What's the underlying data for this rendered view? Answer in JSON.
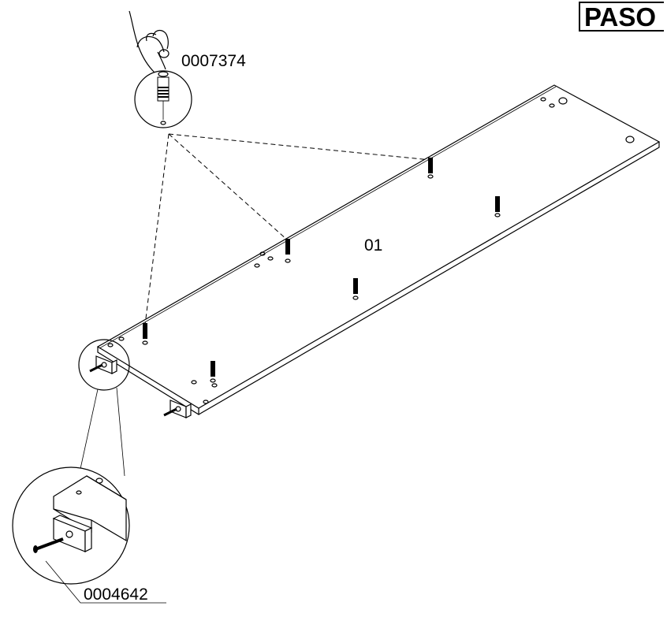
{
  "step": {
    "label": "PASO"
  },
  "parts": {
    "dowel_code": "0007374",
    "panel_code": "01",
    "screw_code": "0004642"
  }
}
